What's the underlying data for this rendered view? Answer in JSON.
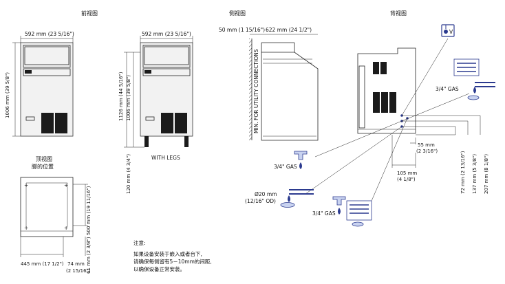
{
  "titles": {
    "front": "前视图",
    "side": "侧视图",
    "back": "背视图",
    "top_line1": "顶视图",
    "top_line2": "脚的位置"
  },
  "front": {
    "width": "592 mm (23 5/16\")",
    "height": "1006 mm (39 5/8\")"
  },
  "legs": {
    "width": "592 mm (23 5/16\")",
    "height_total": "1126 mm (44 5/16\")",
    "height_body": "1006 mm (39 5/8\")",
    "leg_height": "120 mm (4 3/4\")",
    "caption": "WITH LEGS"
  },
  "side": {
    "clearance": "50 mm (1 15/16\")",
    "depth": "622 mm (24 1/2\")",
    "vertical_note": "MIN. FOR UTILITY CONNECTIONS"
  },
  "back": {
    "dim_55": "55 mm",
    "dim_55b": "(2 3/16\")",
    "dim_105": "105 mm",
    "dim_105b": "(4 1/8\")",
    "dim_72": "72 mm (2 13/16\")",
    "dim_137": "137 mm (5 3/8\")",
    "dim_207": "207 mm (8 1/8\")"
  },
  "connections": {
    "gas_top": "3/4\" GAS",
    "gas_left": "3/4\" GAS",
    "drain_1": "Ø20 mm",
    "drain_2": "(12/16\" OD)",
    "gas_bottom": "3/4\" GAS",
    "electrical": "V"
  },
  "top_view": {
    "depth": "500 mm (19 11/16\")",
    "width": "445 mm (17 1/2\")",
    "side_offset": "74 mm",
    "side_offset_b": "(2 15/16\")",
    "front_offset": "61 mm (2 3/8\")"
  },
  "note": {
    "title": "注意:",
    "line1": "如果设备安装于嵌入或者台下,",
    "line2": "请确保每侧留有5－10mm的间距,",
    "line3": "以确保设备正常安装。"
  }
}
